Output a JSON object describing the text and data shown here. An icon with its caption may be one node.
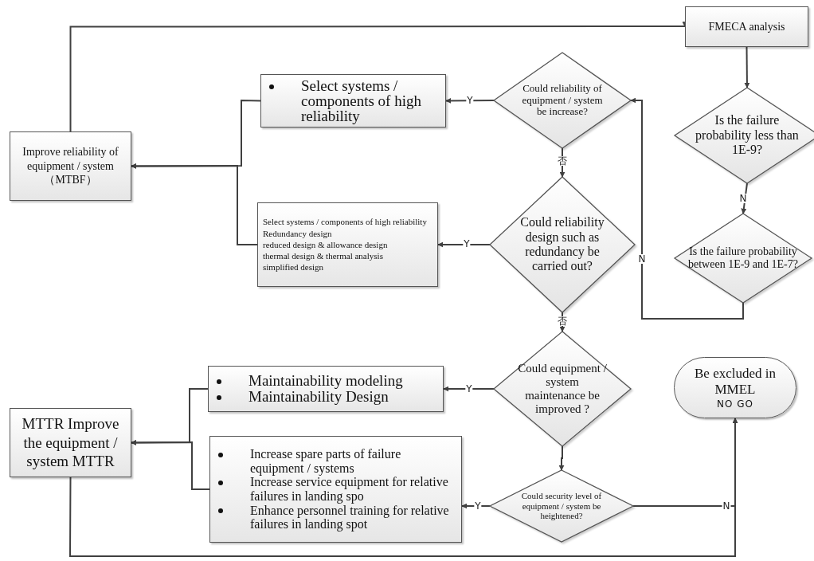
{
  "diagram": {
    "nodes": [
      {
        "text": [
          "Improve reliability of equipment / system（MTBF）"
        ]
      },
      {
        "text": [
          "FMECA analysis"
        ]
      },
      {
        "text": [
          "Select systems / components of high reliability"
        ]
      },
      {
        "text": [
          "Could reliability of equipment / system be increase?"
        ]
      },
      {
        "text": [
          "Is the failure probability less than 1E-9?"
        ]
      },
      {
        "text": [
          "Select systems / components of high reliability",
          "Redundancy design",
          "reduced design & allowance design",
          "thermal design & thermal analysis",
          "simplified design"
        ]
      },
      {
        "text": [
          "Could reliability design such as redundancy be carried out?"
        ]
      },
      {
        "text": [
          "Is the failure probability between 1E-9 and 1E-7?"
        ]
      },
      {
        "text": [
          "Maintainability modeling",
          "Maintainability Design"
        ]
      },
      {
        "text": [
          "Could equipment / system maintenance be improved ?"
        ]
      },
      {
        "text": [
          "Be excluded in MMEL",
          "NO GO"
        ]
      },
      {
        "text": [
          "MTTR Improve the equipment / system MTTR"
        ]
      },
      {
        "text": [
          "Increase spare parts of failure equipment / systems",
          "Increase service equipment for relative failures in landing spo",
          "Enhance personnel training for relative failures  in landing spot"
        ]
      },
      {
        "text": [
          "Could security level of equipment / system be heightened?"
        ]
      }
    ],
    "edges": [
      {
        "from": 0,
        "to": 1,
        "arrow": "to"
      },
      {
        "from": 1,
        "to": 4,
        "arrow": "to"
      },
      {
        "from": 4,
        "to": 7,
        "arrow": "to",
        "label": "N"
      },
      {
        "from": 7,
        "to": 3,
        "arrow": "to",
        "label": "N"
      },
      {
        "from": 3,
        "to": 2,
        "arrow": "to",
        "label": "Y"
      },
      {
        "from": 3,
        "to": 6,
        "arrow": "to",
        "label": "否"
      },
      {
        "from": 6,
        "to": 5,
        "arrow": "to",
        "label": "Y"
      },
      {
        "from": 6,
        "to": 9,
        "arrow": "to",
        "label": "否"
      },
      {
        "from": 9,
        "to": 8,
        "arrow": "to",
        "label": "Y"
      },
      {
        "from": 9,
        "to": 13,
        "arrow": "to"
      },
      {
        "from": 13,
        "to": 12,
        "arrow": "to",
        "label": "Y"
      },
      {
        "from": 13,
        "to": 10,
        "arrow": "to",
        "label": "N"
      },
      {
        "from": 11,
        "to": 10,
        "arrow": "to"
      },
      {
        "from": 2,
        "to": 0,
        "arrow": "to"
      },
      {
        "from": 5,
        "to": 0,
        "arrow": "to"
      },
      {
        "from": 8,
        "to": 11,
        "arrow": "to"
      },
      {
        "from": 12,
        "to": 11,
        "arrow": "to"
      }
    ]
  }
}
